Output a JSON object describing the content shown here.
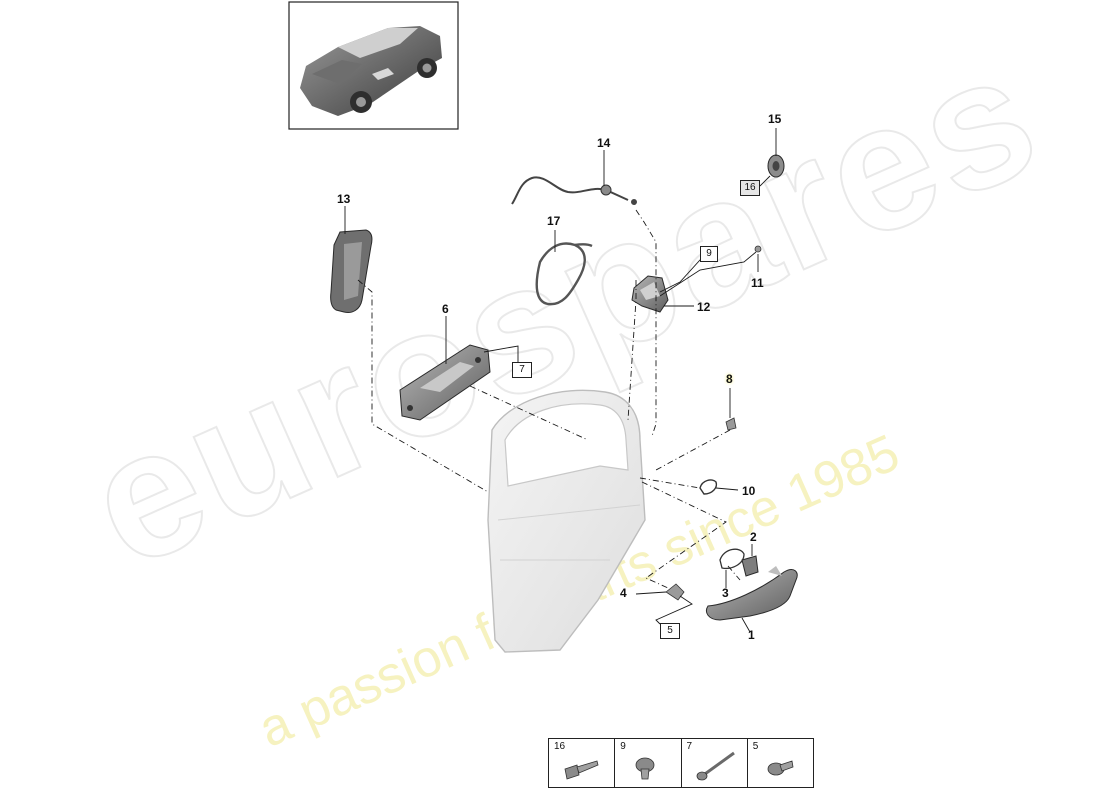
{
  "watermark": {
    "brand": "eurospares",
    "tagline": "a passion for parts since 1985"
  },
  "callouts": {
    "p1": "1",
    "p2": "2",
    "p3": "3",
    "p4": "4",
    "p6": "6",
    "p8": "8",
    "p10": "10",
    "p11": "11",
    "p12": "12",
    "p13": "13",
    "p14": "14",
    "p15": "15",
    "p17": "17"
  },
  "boxed_refs": {
    "b5": "5",
    "b7": "7",
    "b9": "9",
    "b16": "16"
  },
  "fastener_table": [
    "16",
    "9",
    "7",
    "5"
  ],
  "colors": {
    "line": "#1a1a1a",
    "part_grey": "#8a8a8a",
    "door_fill": "#ececec",
    "watermark_grey": "#d7d7d7",
    "watermark_yellow": "#eee88c"
  }
}
